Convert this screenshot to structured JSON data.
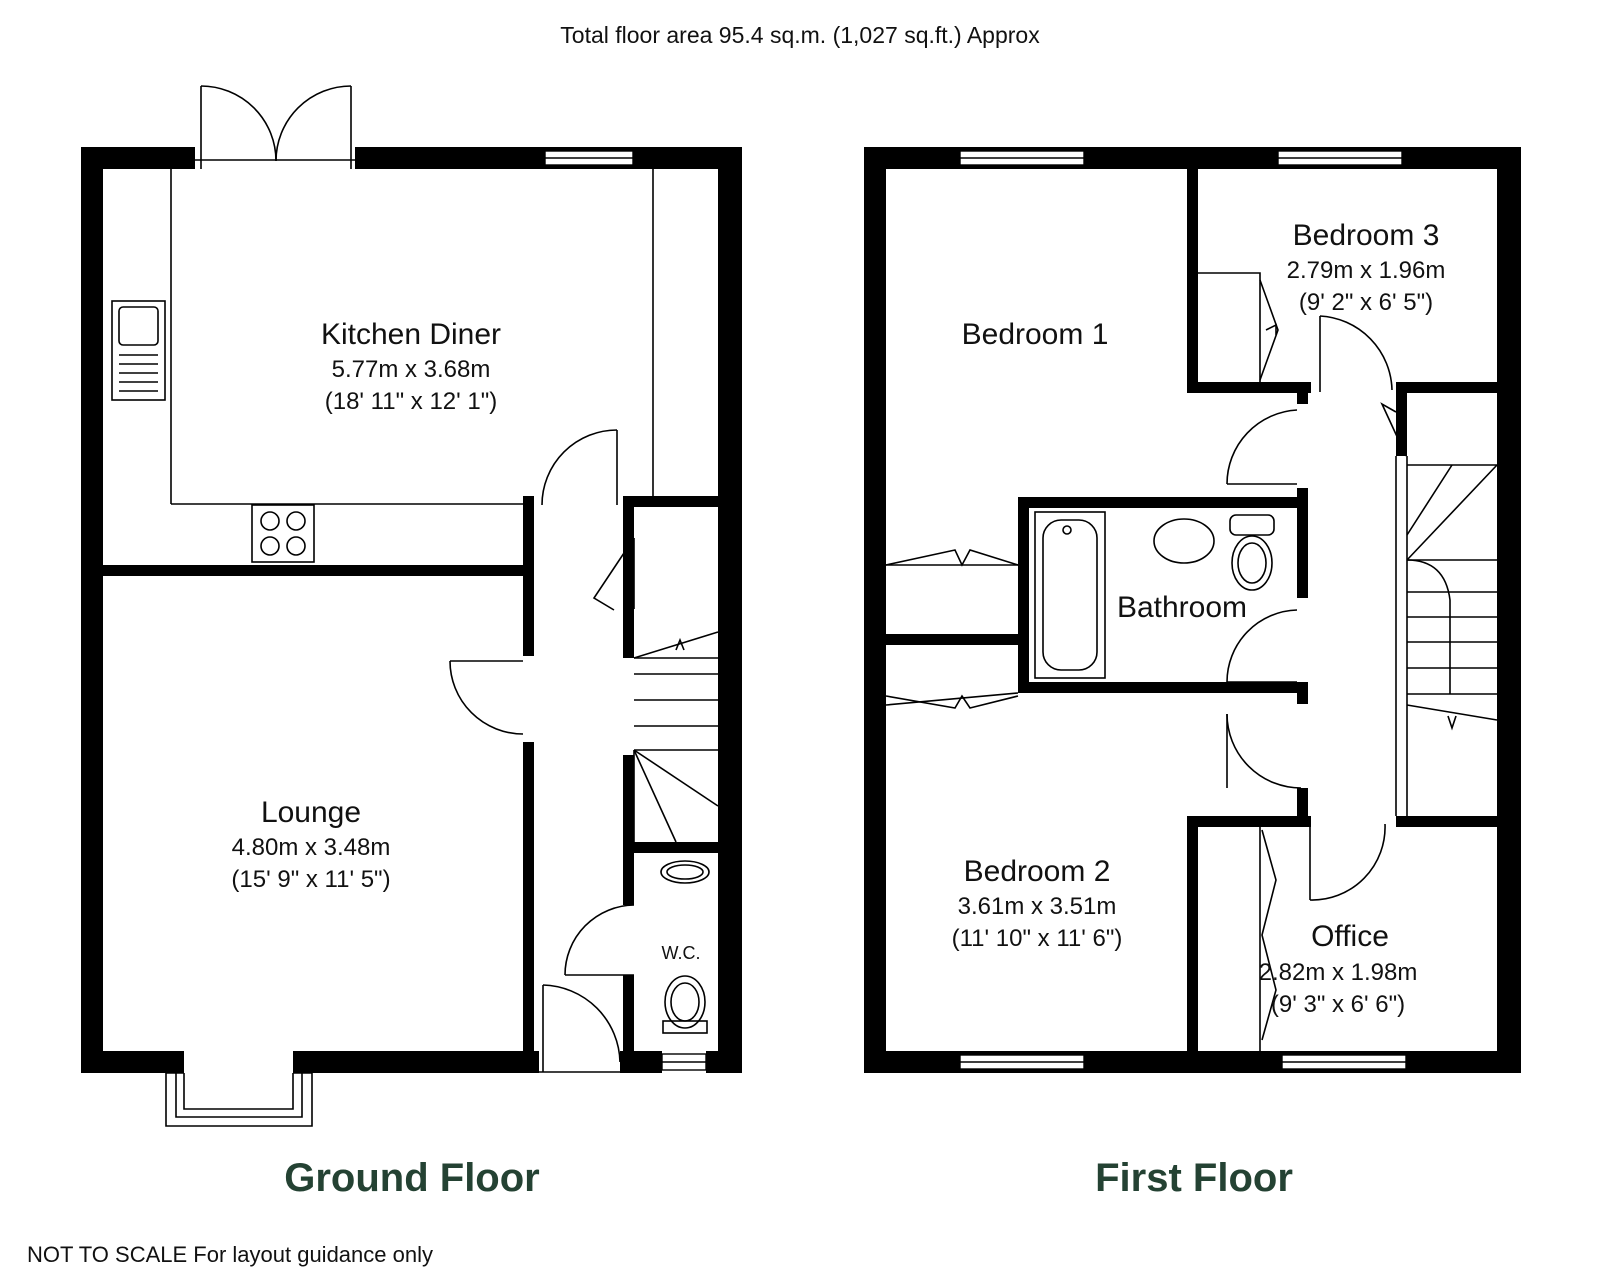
{
  "header": {
    "total_area": "Total floor area 95.4 sq.m. (1,027 sq.ft.) Approx"
  },
  "footer": {
    "note": "NOT TO SCALE For layout guidance only"
  },
  "floors": {
    "ground": {
      "title": "Ground Floor",
      "rooms": {
        "kitchen": {
          "name": "Kitchen Diner",
          "metric": "5.77m x 3.68m",
          "imperial": "(18' 11\" x 12' 1\")"
        },
        "lounge": {
          "name": "Lounge",
          "metric": "4.80m x 3.48m",
          "imperial": "(15' 9\" x 11' 5\")"
        },
        "wc": {
          "name": "W.C."
        }
      }
    },
    "first": {
      "title": "First Floor",
      "rooms": {
        "bedroom1": {
          "name": "Bedroom 1"
        },
        "bedroom2": {
          "name": "Bedroom 2",
          "metric": "3.61m x 3.51m",
          "imperial": "(11' 10\" x 11' 6\")"
        },
        "bedroom3": {
          "name": "Bedroom 3",
          "metric": "2.79m x 1.96m",
          "imperial": "(9' 2\" x 6' 5\")"
        },
        "bathroom": {
          "name": "Bathroom"
        },
        "office": {
          "name": "Office",
          "metric": "2.82m x 1.98m",
          "imperial": "(9' 3\" x 6' 6\")"
        }
      }
    }
  },
  "colors": {
    "floor_title": "#244233",
    "walls": "#000000"
  }
}
